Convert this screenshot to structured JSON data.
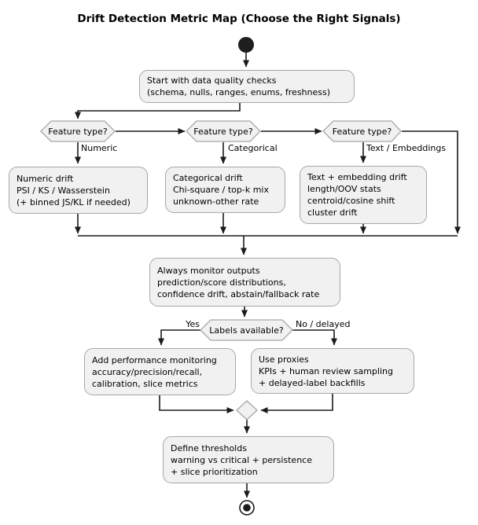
{
  "title": "Drift Detection Metric Map (Choose the Right Signals)",
  "colors": {
    "background": "#FFFFFF",
    "node_fill": "#F1F1F1",
    "node_border": "#A7A7A7",
    "line": "#1B1B1B",
    "text": "#000000"
  },
  "nodes": {
    "start_box": {
      "text": "Start with data quality checks\n(schema, nulls, ranges, enums, freshness)"
    },
    "feature_type_1": {
      "text": "Feature type?"
    },
    "feature_type_2": {
      "text": "Feature type?"
    },
    "feature_type_3": {
      "text": "Feature type?"
    },
    "numeric_drift": {
      "text": "Numeric drift\nPSI / KS / Wasserstein\n(+ binned JS/KL if needed)"
    },
    "categorical_drift": {
      "text": "Categorical drift\nChi-square / top-k mix\nunknown-other rate"
    },
    "text_embedding_drift": {
      "text": "Text + embedding drift\nlength/OOV stats\ncentroid/cosine shift\ncluster drift"
    },
    "monitor_outputs": {
      "text": "Always monitor outputs\nprediction/score distributions,\nconfidence drift, abstain/fallback rate"
    },
    "labels_available": {
      "text": "Labels available?"
    },
    "performance_monitoring": {
      "text": "Add performance monitoring\naccuracy/precision/recall,\ncalibration, slice metrics"
    },
    "use_proxies": {
      "text": "Use proxies\nKPIs + human review sampling\n+ delayed-label backfills"
    },
    "define_thresholds": {
      "text": "Define thresholds\nwarning vs critical + persistence\n+ slice prioritization"
    }
  },
  "edge_labels": {
    "numeric": "Numeric",
    "categorical": "Categorical",
    "text_embeddings": "Text / Embeddings",
    "yes": "Yes",
    "no_delayed": "No / delayed"
  }
}
